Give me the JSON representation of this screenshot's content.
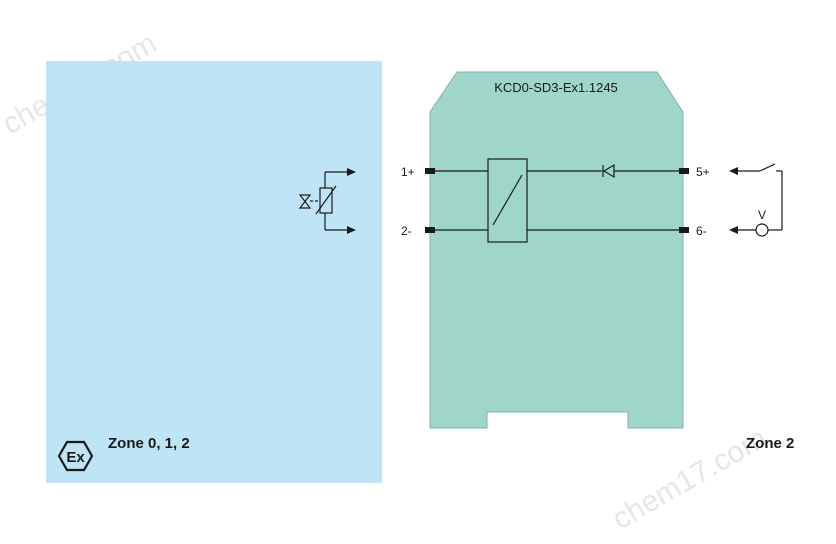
{
  "device": {
    "model": "KCD0-SD3-Ex1.1245"
  },
  "terminals": {
    "t1": "1+",
    "t2": "2-",
    "t5": "5+",
    "t6": "6-"
  },
  "zones": {
    "hazardous": "Zone 0, 1, 2",
    "safe": "Zone 2"
  },
  "ex_mark": "Ex",
  "load_label": "V",
  "watermark": "chem17.com",
  "colors": {
    "hazard_area": "#bfe4f6",
    "device_body": "#9fd6c9",
    "line": "#1a1a1a"
  }
}
